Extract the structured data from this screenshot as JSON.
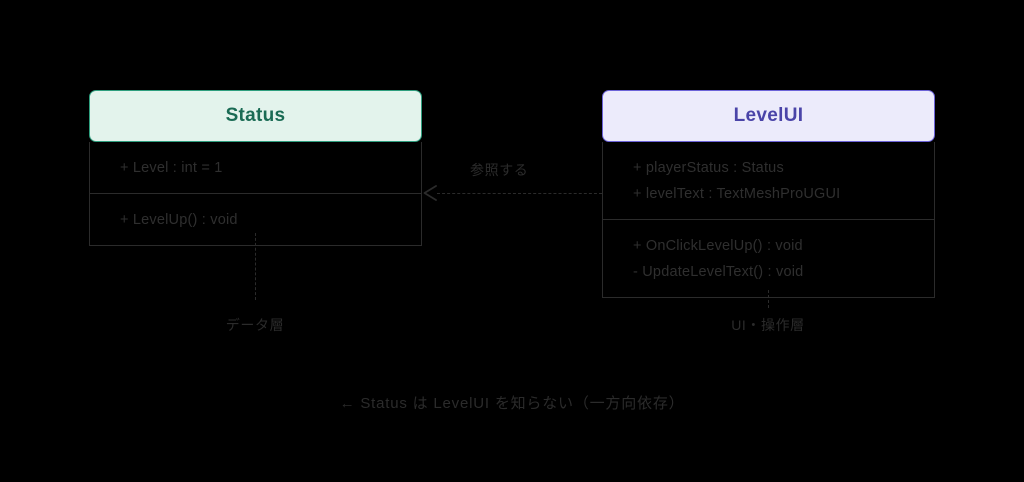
{
  "diagram": {
    "background_color": "#000000",
    "caption": "← Status は LevelUI を知らない（一方向依存）"
  },
  "classes": [
    {
      "id": "status",
      "name": "Status",
      "header_fill": "#e3f3ec",
      "header_border": "#2e9e7e",
      "header_text_color": "#1a6b54",
      "attributes": [
        "+ Level : int = 1"
      ],
      "methods": [
        "+ LevelUp() : void"
      ],
      "layer_label": "データ層"
    },
    {
      "id": "levelui",
      "name": "LevelUI",
      "header_fill": "#ecebfb",
      "header_border": "#6c63d8",
      "header_text_color": "#4a44a8",
      "attributes": [
        "+ playerStatus : Status",
        "+ levelText : TextMeshProUGUI"
      ],
      "methods": [
        "+ OnClickLevelUp() : void",
        "- UpdateLevelText() : void"
      ],
      "layer_label": "UI・操作層"
    }
  ],
  "relationship": {
    "label": "参照する",
    "kind": "dependency-dashed-open-arrow",
    "from": "LevelUI",
    "to": "Status",
    "line_color": "#2b2b2b"
  }
}
